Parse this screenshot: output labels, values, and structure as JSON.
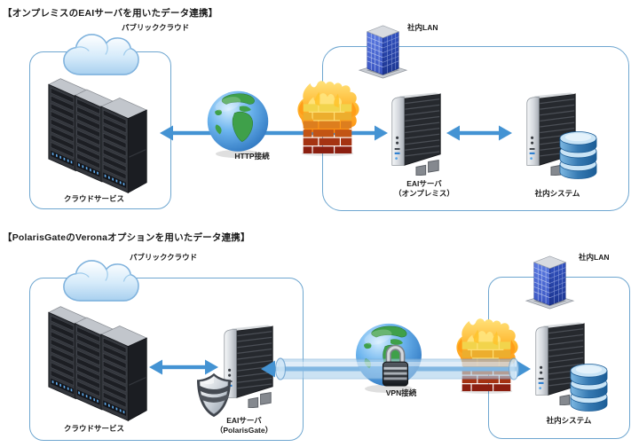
{
  "diagram1": {
    "title": "【オンプレミスのEAIサーバを用いたデータ連携】",
    "public_cloud_label": "パブリッククラウド",
    "cloud_service_label": "クラウドサービス",
    "lan_label": "社内LAN",
    "connection_label": "HTTP接続",
    "eai_server_name": "EAIサーバ",
    "eai_server_sub": "（オンプレミス）",
    "internal_system_label": "社内システム"
  },
  "diagram2": {
    "title": "【PolarisGateのVeronaオプションを用いたデータ連携】",
    "public_cloud_label": "パブリッククラウド",
    "cloud_service_label": "クラウドサービス",
    "lan_label": "社内LAN",
    "connection_label": "VPN接続",
    "eai_server_name": "EAIサーバ",
    "eai_server_sub": "（PolarisGate）",
    "internal_system_label": "社内システム"
  },
  "colors": {
    "zone_border": "#6ea6d0",
    "arrow_blue": "#4493d3",
    "pipe_fill": "#aacfec",
    "flame_orange": "#ff9012",
    "brick_red": "#8c1f10",
    "globe_blue": "#1c64b2",
    "background": "#ffffff"
  }
}
